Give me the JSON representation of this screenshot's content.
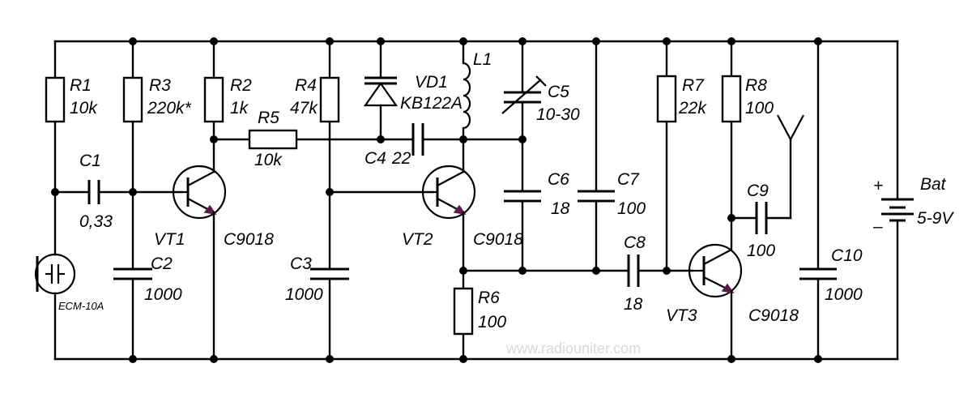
{
  "components": {
    "R1": {
      "ref": "R1",
      "value": "10k"
    },
    "R2": {
      "ref": "R2",
      "value": "1k"
    },
    "R3": {
      "ref": "R3",
      "value": "220k*"
    },
    "R4": {
      "ref": "R4",
      "value": "47k"
    },
    "R5": {
      "ref": "R5",
      "value": "10k"
    },
    "R6": {
      "ref": "R6",
      "value": "100"
    },
    "R7": {
      "ref": "R7",
      "value": "22k"
    },
    "R8": {
      "ref": "R8",
      "value": "100"
    },
    "C1": {
      "ref": "C1",
      "value": "0,33"
    },
    "C2": {
      "ref": "C2",
      "value": "1000"
    },
    "C3": {
      "ref": "C3",
      "value": "1000"
    },
    "C4": {
      "ref": "C4",
      "value": "22"
    },
    "C5": {
      "ref": "C5",
      "value": "10-30"
    },
    "C6": {
      "ref": "C6",
      "value": "18"
    },
    "C7": {
      "ref": "C7",
      "value": "100"
    },
    "C8": {
      "ref": "C8",
      "value": "18"
    },
    "C9": {
      "ref": "C9",
      "value": "100"
    },
    "C10": {
      "ref": "C10",
      "value": "1000"
    },
    "VD1": {
      "ref": "VD1",
      "value": "KB122A"
    },
    "L1": {
      "ref": "L1"
    },
    "VT1": {
      "ref": "VT1",
      "value": "C9018"
    },
    "VT2": {
      "ref": "VT2",
      "value": "C9018"
    },
    "VT3": {
      "ref": "VT3",
      "value": "C9018"
    },
    "MIC": {
      "value": "ECM-10A"
    },
    "BAT": {
      "ref": "Bat",
      "value": "5-9V",
      "plus": "+",
      "minus": "–"
    }
  },
  "watermark": "www.radiouniter.com",
  "colors": {
    "wire": "#000000",
    "emitter_arrow": "#5a1b4a"
  }
}
